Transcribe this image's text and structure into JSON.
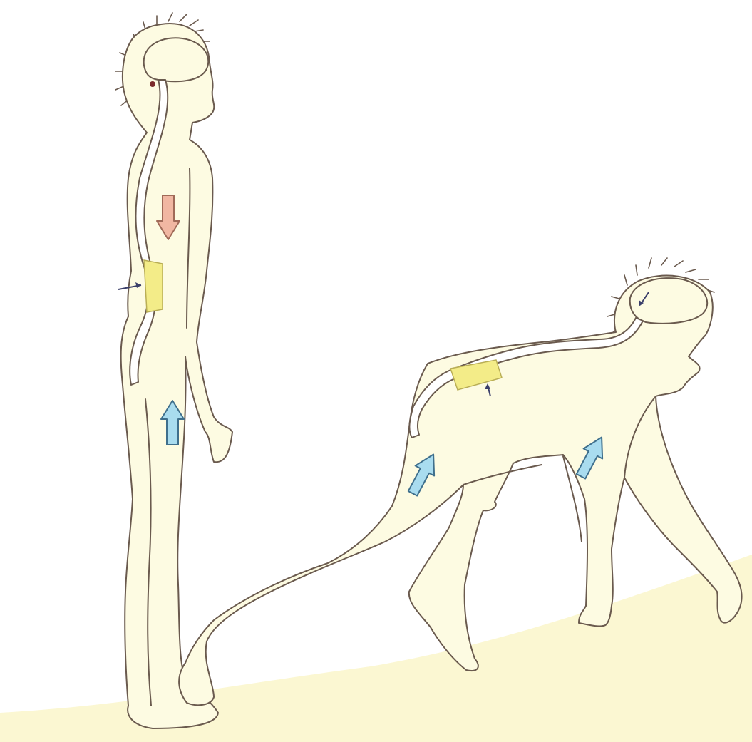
{
  "colors": {
    "background": "#ffffff",
    "ground": "#fbf7d2",
    "skin_fill": "#fdfbe2",
    "outline": "#6a5a4e",
    "channel_fill": "#ffffff",
    "disc_fill": "#f3ec88",
    "disc_outline": "#b9ae55",
    "down_arrow_fill": "#f1b7a2",
    "down_arrow_outline": "#a06a58",
    "up_arrow_fill": "#a9dcef",
    "up_arrow_outline": "#3f6f8c",
    "pointer_arrow": "#3b3f6a"
  },
  "figures": [
    {
      "name": "standing-figure",
      "pose": "upright"
    },
    {
      "name": "crouching-figure",
      "pose": "quadrupedal"
    }
  ],
  "icons": {
    "down_arrow": "down-arrow-icon",
    "up_arrow": "up-arrow-icon",
    "pointer": "pointer-arrow-icon"
  }
}
